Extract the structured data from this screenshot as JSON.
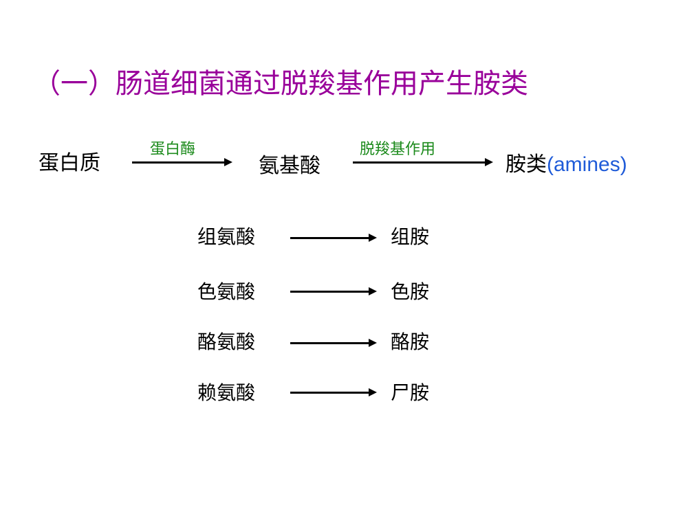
{
  "title": "（一）肠道细菌通过脱羧基作用产生胺类",
  "pathway": {
    "protein": "蛋白质",
    "enzyme1": "蛋白酶",
    "amino_acid": "氨基酸",
    "enzyme2": "脱羧基作用",
    "amines_cn": "胺类",
    "amines_en": "(amines)"
  },
  "reactions": [
    {
      "reactant": "组氨酸",
      "product": "组胺"
    },
    {
      "reactant": "色氨酸",
      "product": "色胺"
    },
    {
      "reactant": "酪氨酸",
      "product": "酪胺"
    },
    {
      "reactant": "赖氨酸",
      "product": "尸胺"
    }
  ],
  "colors": {
    "title": "#99009a",
    "enzyme": "#1b8a1b",
    "english": "#1f5bd8"
  }
}
